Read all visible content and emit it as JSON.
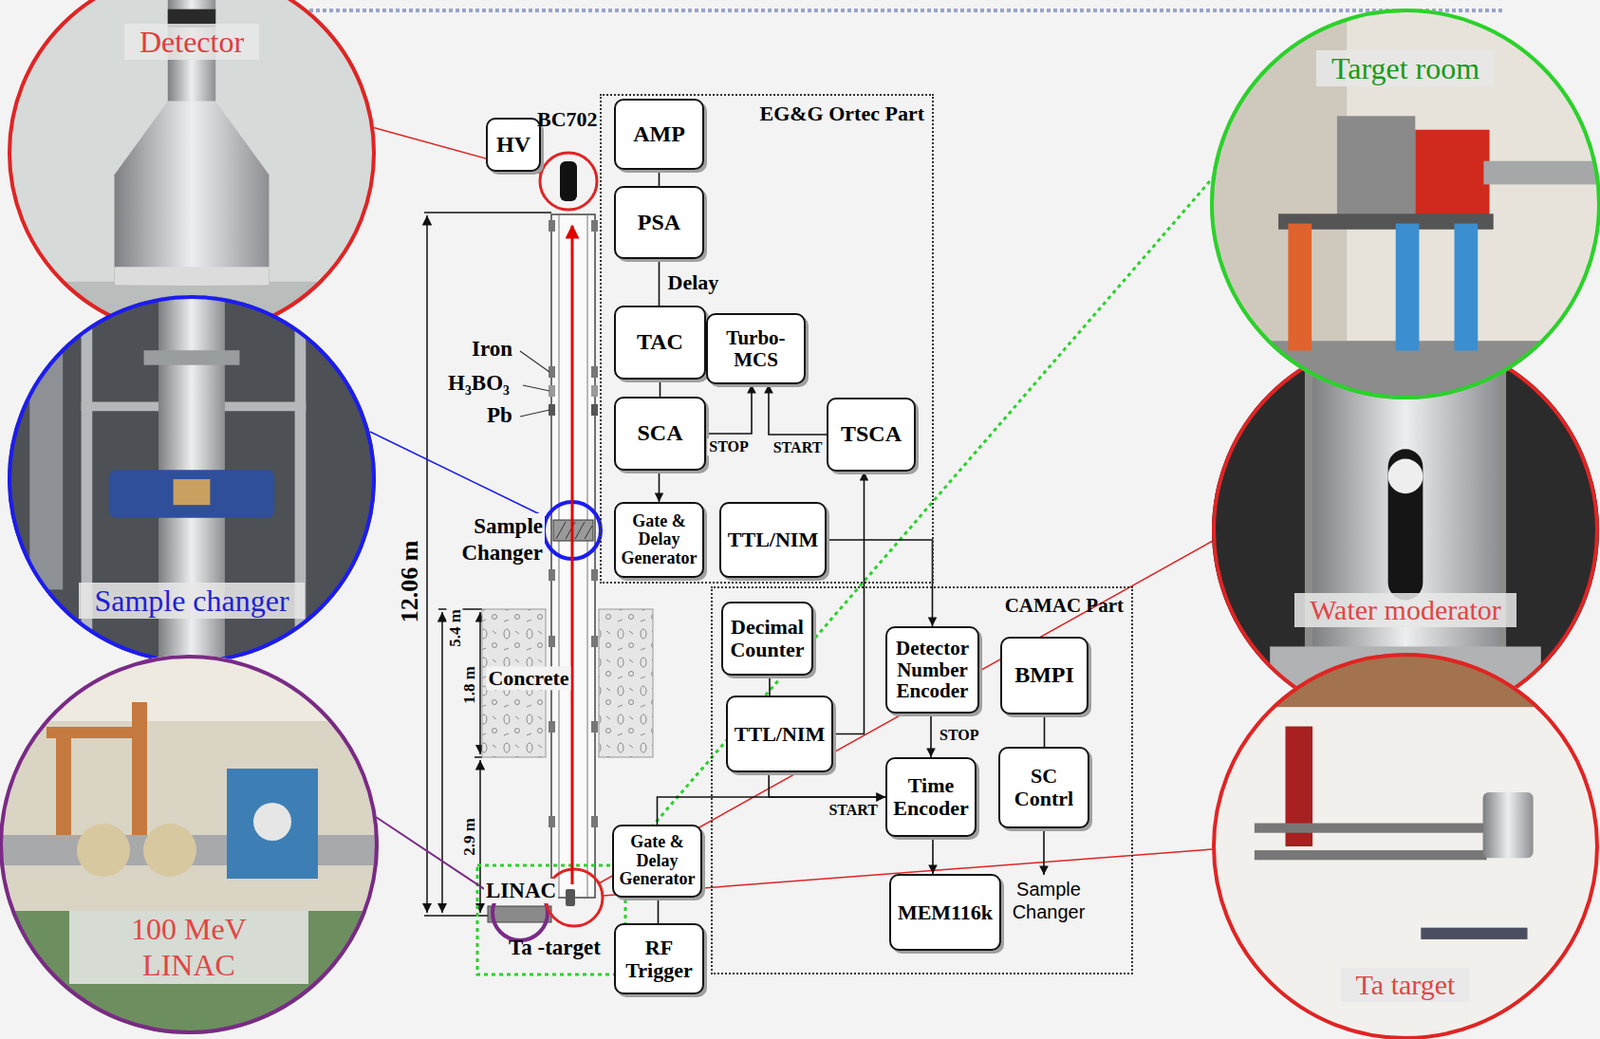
{
  "diagram": {
    "nodes": [
      {
        "text": [
          "Detector"
        ]
      },
      {
        "text": [
          "Target room"
        ]
      },
      {
        "text": [
          "HV"
        ]
      },
      {
        "text": [
          "EG&G Ortec Part"
        ]
      },
      {
        "text": [
          "AMP"
        ],
        "in": 3
      },
      {
        "text": [
          "PSA"
        ],
        "in": 3
      },
      {
        "text": [
          "TAC"
        ],
        "in": 3
      },
      {
        "text": [
          "Turbo-MCS"
        ],
        "in": 3
      },
      {
        "text": [
          "SCA"
        ],
        "in": 3
      },
      {
        "text": [
          "TSCA"
        ],
        "in": 3
      },
      {
        "text": [
          "Gate & Delay Generator"
        ],
        "in": 3
      },
      {
        "text": [
          "TTL/NIM"
        ],
        "in": 3
      },
      {
        "text": [
          "Sample changer"
        ]
      },
      {
        "text": [
          "Water moderator"
        ]
      },
      {
        "text": [
          "CAMAC Part"
        ]
      },
      {
        "text": [
          "Decimal Counter"
        ],
        "in": 14
      },
      {
        "text": [
          "Detector Number Encoder"
        ],
        "in": 14
      },
      {
        "text": [
          "BMPI"
        ],
        "in": 14
      },
      {
        "text": [
          "TTL/NIM"
        ],
        "in": 14
      },
      {
        "text": [
          "Time Encoder"
        ],
        "in": 14
      },
      {
        "text": [
          "SC Contrl"
        ],
        "in": 14
      },
      {
        "text": [
          "MEM116k"
        ],
        "in": 14
      },
      {
        "text": [
          "100 MeV LINAC"
        ]
      },
      {
        "text": [
          "Ta target"
        ]
      },
      {
        "text": [
          "Gate & Delay Generator"
        ]
      },
      {
        "text": [
          "RF Trigger"
        ]
      }
    ],
    "edges": [
      {
        "from": 4,
        "to": 5,
        "arrow": "none"
      },
      {
        "from": 5,
        "to": 6,
        "arrow": "none",
        "label": "Delay"
      },
      {
        "from": 6,
        "to": 8,
        "arrow": "none"
      },
      {
        "from": 8,
        "to": 7,
        "arrow": "to",
        "label": "STOP"
      },
      {
        "from": 9,
        "to": 7,
        "arrow": "to",
        "label": "START"
      },
      {
        "from": 8,
        "to": 10,
        "arrow": "to"
      },
      {
        "from": 11,
        "to": 16,
        "arrow": "to"
      },
      {
        "from": 18,
        "to": 9,
        "arrow": "to"
      },
      {
        "from": 16,
        "to": 19,
        "arrow": "to",
        "label": "STOP"
      },
      {
        "from": 15,
        "to": 18,
        "arrow": "none"
      },
      {
        "from": 18,
        "to": 19,
        "arrow": "to",
        "label": "START"
      },
      {
        "from": 24,
        "to": 19,
        "arrow": "to"
      },
      {
        "from": 17,
        "to": 20,
        "arrow": "none"
      },
      {
        "from": 19,
        "to": 21,
        "arrow": "to"
      },
      {
        "from": 24,
        "to": 25,
        "arrow": "none"
      }
    ],
    "labels": [
      "BC702",
      "Iron",
      "H₃BO₃",
      "Pb",
      "Sample Changer",
      "Concrete",
      "12.06 m",
      "5.4 m",
      "1.8 m",
      "2.9 m",
      "LINAC",
      "Ta -target",
      "Sample Changer"
    ]
  }
}
